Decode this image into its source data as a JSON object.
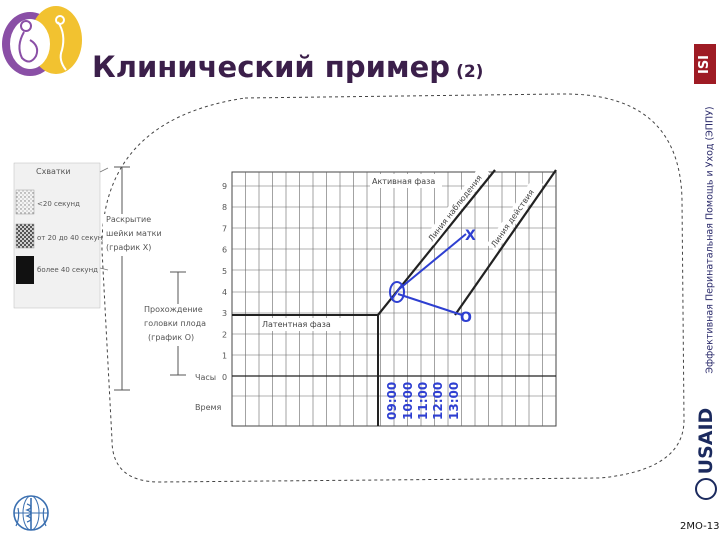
{
  "header": {
    "title": "Клинический пример",
    "title_number": "(2)"
  },
  "brand": {
    "isi_logo": "ISI",
    "side_caption": "Эффективная Перинатальная Помощь и Уход (ЭППУ)",
    "usaid_logo": "USAID",
    "footer_code": "2MO-13",
    "colors": {
      "title": "#3b1f4a",
      "annotation": "#2e3fd1",
      "isi": "#9e1b24",
      "usaid": "#1b2a5e"
    }
  },
  "icons": [
    "pregnant-mother-logo-icon",
    "who-emblem-icon",
    "usaid-seal-icon"
  ],
  "legend": {
    "title": "Схватки",
    "items": [
      {
        "label": "<20 секунд",
        "pattern": "dots"
      },
      {
        "label": "от 20 до 40 секунд",
        "pattern": "checker"
      },
      {
        "label": "более 40 секунд",
        "pattern": "solid"
      }
    ]
  },
  "partograph": {
    "y_axis_labels": [
      "9",
      "8",
      "7",
      "6",
      "5",
      "4",
      "3",
      "2",
      "1",
      "0"
    ],
    "dilation_label": [
      "Раскрытие",
      "шейки матки",
      "(график X)"
    ],
    "descent_label": [
      "Прохождение",
      "головки плода",
      "(график O)"
    ],
    "hours_label": "Часы",
    "time_label": "Время",
    "active_phase": "Активная фаза",
    "latent_phase": "Латентная фаза",
    "alert_line": "Линия наблюдения",
    "action_line": "Линия действия",
    "time_entries": [
      "09:00",
      "10:00",
      "11:00",
      "12:00",
      "13:00"
    ],
    "markers": {
      "dilation": "X",
      "descent": "O"
    }
  }
}
